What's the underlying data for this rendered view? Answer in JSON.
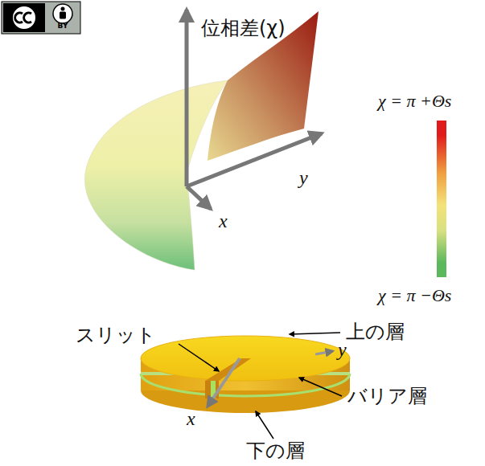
{
  "diagram": {
    "labels": [
      "BY",
      "位相差(χ)",
      "y",
      "x",
      "スリット",
      "上の層",
      "y",
      "バリア層",
      "x",
      "下の層"
    ],
    "legend": [
      {
        "text": "χ = π +Θs",
        "color": "#e01b1b"
      },
      {
        "text": "χ = π −Θs",
        "color": "#5cb85c"
      }
    ]
  }
}
